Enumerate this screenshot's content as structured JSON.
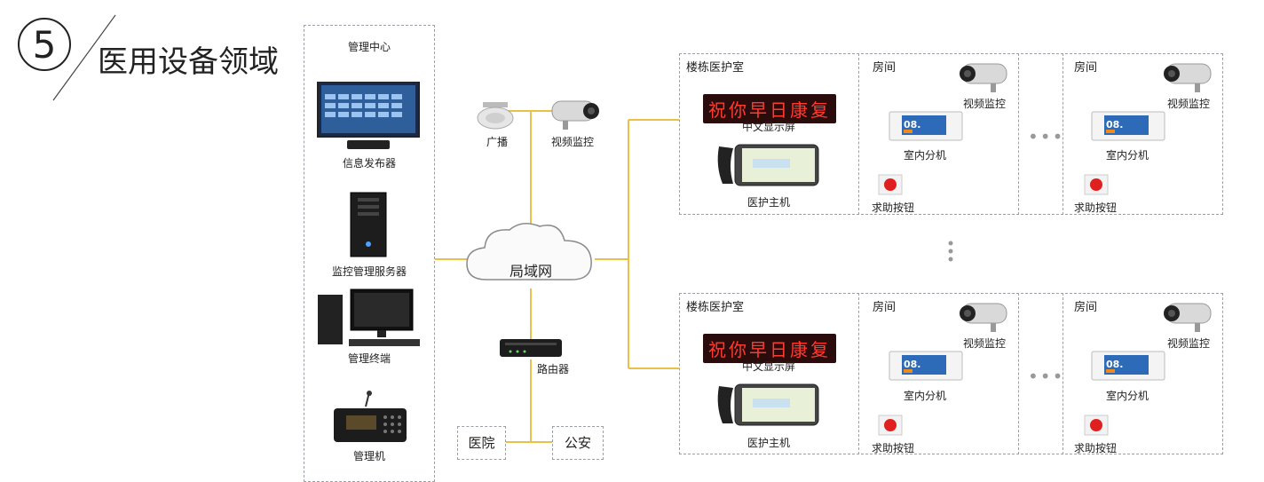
{
  "title": {
    "number": "5",
    "text": "医用设备领域"
  },
  "management_center": {
    "label": "管理中心",
    "devices": [
      "信息发布器",
      "监控管理服务器",
      "管理终端",
      "管理机"
    ]
  },
  "top_devices": {
    "broadcast": "广播",
    "camera": "视频监控"
  },
  "cloud": {
    "label": "局域网"
  },
  "router": {
    "label": "路由器"
  },
  "endpoints": {
    "hospital": "医院",
    "police": "公安"
  },
  "building_rows": [
    {
      "nurse_station": {
        "label": "楼栋医护室",
        "led_text": "祝你早日康复",
        "display_label": "中文显示屏",
        "host_label": "医护主机"
      },
      "rooms": [
        {
          "label": "房间",
          "camera": "视频监控",
          "unit": "室内分机",
          "button": "求助按钮"
        },
        {
          "label": "房间",
          "camera": "视频监控",
          "unit": "室内分机",
          "button": "求助按钮"
        }
      ]
    },
    {
      "nurse_station": {
        "label": "楼栋医护室",
        "led_text": "祝你早日康复",
        "display_label": "中文显示屏",
        "host_label": "医护主机"
      },
      "rooms": [
        {
          "label": "房间",
          "camera": "视频监控",
          "unit": "室内分机",
          "button": "求助按钮"
        },
        {
          "label": "房间",
          "camera": "视频监控",
          "unit": "室内分机",
          "button": "求助按钮"
        }
      ]
    }
  ],
  "unit_screen_text": "08.",
  "colors": {
    "line": "#e8c04a",
    "led_text": "#ff3b2f",
    "button_red": "#e02020"
  }
}
